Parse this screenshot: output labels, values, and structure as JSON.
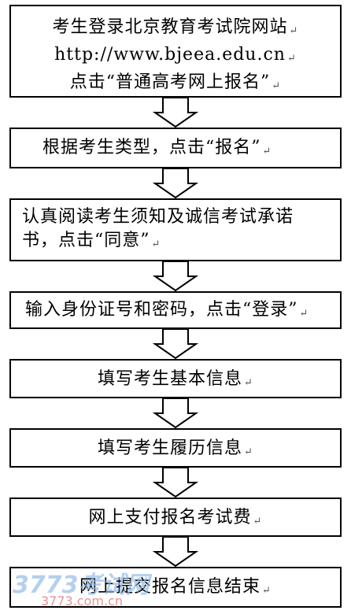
{
  "steps": [
    {
      "lines": [
        "考生登录北京教育考试院网站",
        "http://www.bjeea.edu.cn",
        "点击“普通高考网上报名”"
      ]
    },
    {
      "lines": [
        "根据考生类型，点击“报名”"
      ]
    },
    {
      "lines": [
        "认真阅读考生须知及诚信考试承诺",
        "书，点击“同意”"
      ]
    },
    {
      "lines": [
        "输入身份证号和密码，点击“登录”"
      ]
    },
    {
      "lines": [
        "填写考生基本信息"
      ]
    },
    {
      "lines": [
        "填写考生履历信息"
      ]
    },
    {
      "lines": [
        "网上支付报名考试费"
      ]
    },
    {
      "lines": [
        "网上提交报名信息结束"
      ]
    }
  ],
  "paragraph_mark": "↵",
  "watermark": {
    "main": "3773考试网",
    "sub": "3773.com.cn"
  }
}
